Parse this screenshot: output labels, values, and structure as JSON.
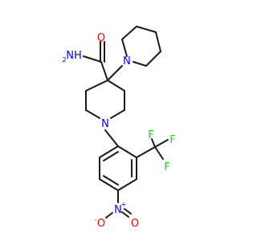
{
  "molecule": {
    "atoms": {
      "amide_n": {
        "label": "NH",
        "subscript": "2",
        "color": "#0000ff"
      },
      "amide_o": {
        "label": "O",
        "color": "#ff0000"
      },
      "pip_n": {
        "label": "N",
        "color": "#0000ff"
      },
      "ring_n": {
        "label": "N",
        "color": "#0000ff"
      },
      "f1": {
        "label": "F",
        "color": "#33cc33"
      },
      "f2": {
        "label": "F",
        "color": "#33cc33"
      },
      "f3": {
        "label": "F",
        "color": "#33cc33"
      },
      "nitro_n": {
        "label": "N",
        "charge": "+",
        "color": "#0000ff"
      },
      "nitro_o_single": {
        "label": "O",
        "charge": "-",
        "color": "#ff0000"
      },
      "nitro_o_double": {
        "label": "O",
        "color": "#ff0000"
      }
    },
    "bond_color": "#1a1a1a"
  }
}
